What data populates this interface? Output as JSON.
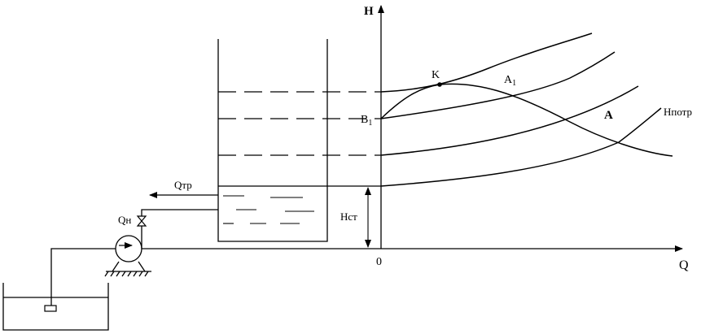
{
  "labels": {
    "h_axis": "H",
    "q_axis": "Q",
    "origin": "0",
    "k": "K",
    "a1_main": "A",
    "a1_sub": "1",
    "b1_main": "B",
    "b1_sub": "1",
    "a": "A",
    "h_potr": "Hпотр",
    "h_st": "Hст",
    "q_tr": "Qтр",
    "q_n": "Qн"
  },
  "colors": {
    "ink": "#000000",
    "background": "#ffffff"
  }
}
